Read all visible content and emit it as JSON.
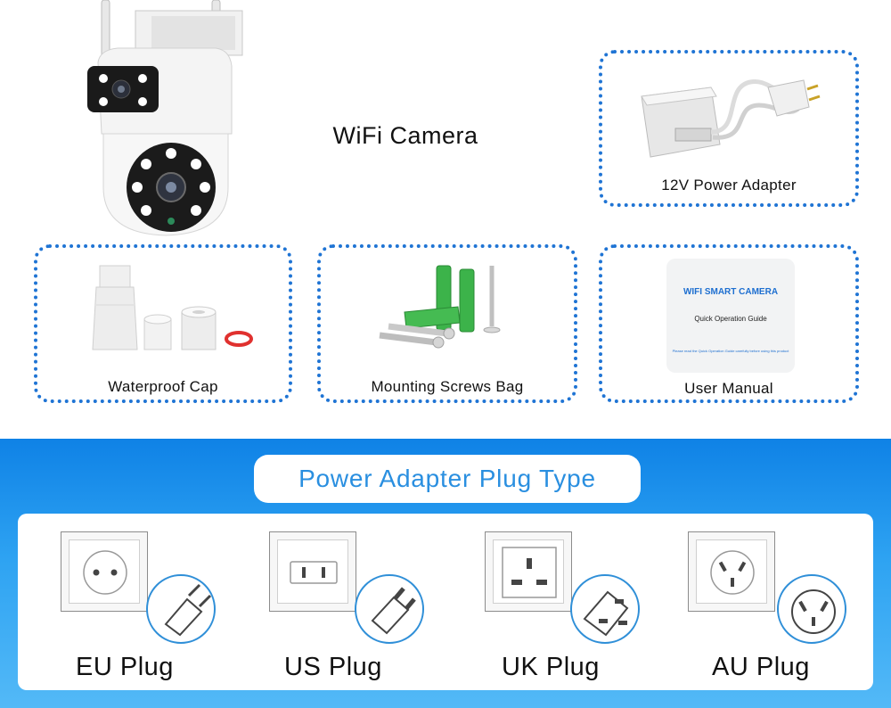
{
  "camera": {
    "title": "WiFi Camera"
  },
  "accessories": [
    {
      "label": "12V Power Adapter"
    },
    {
      "label": "Waterproof Cap"
    },
    {
      "label": "Mounting Screws Bag"
    },
    {
      "label": "User Manual"
    }
  ],
  "manual": {
    "card_title": "WIFI SMART CAMERA",
    "card_subtitle": "Quick Operation Guide",
    "card_note": "Please read the Quick Operation Guide carefully before using this product"
  },
  "plug_section": {
    "title": "Power Adapter Plug Type",
    "plugs": [
      {
        "label": "EU Plug",
        "icon": "eu-socket-icon"
      },
      {
        "label": "US Plug",
        "icon": "us-socket-icon"
      },
      {
        "label": "UK Plug",
        "icon": "uk-socket-icon"
      },
      {
        "label": "AU Plug",
        "icon": "au-socket-icon"
      }
    ]
  },
  "colors": {
    "accent_blue": "#1f74d4",
    "banner_blue": "#2ea3f2",
    "title_blue": "#2a8fe0",
    "accessory_green": "#3cb34a"
  }
}
